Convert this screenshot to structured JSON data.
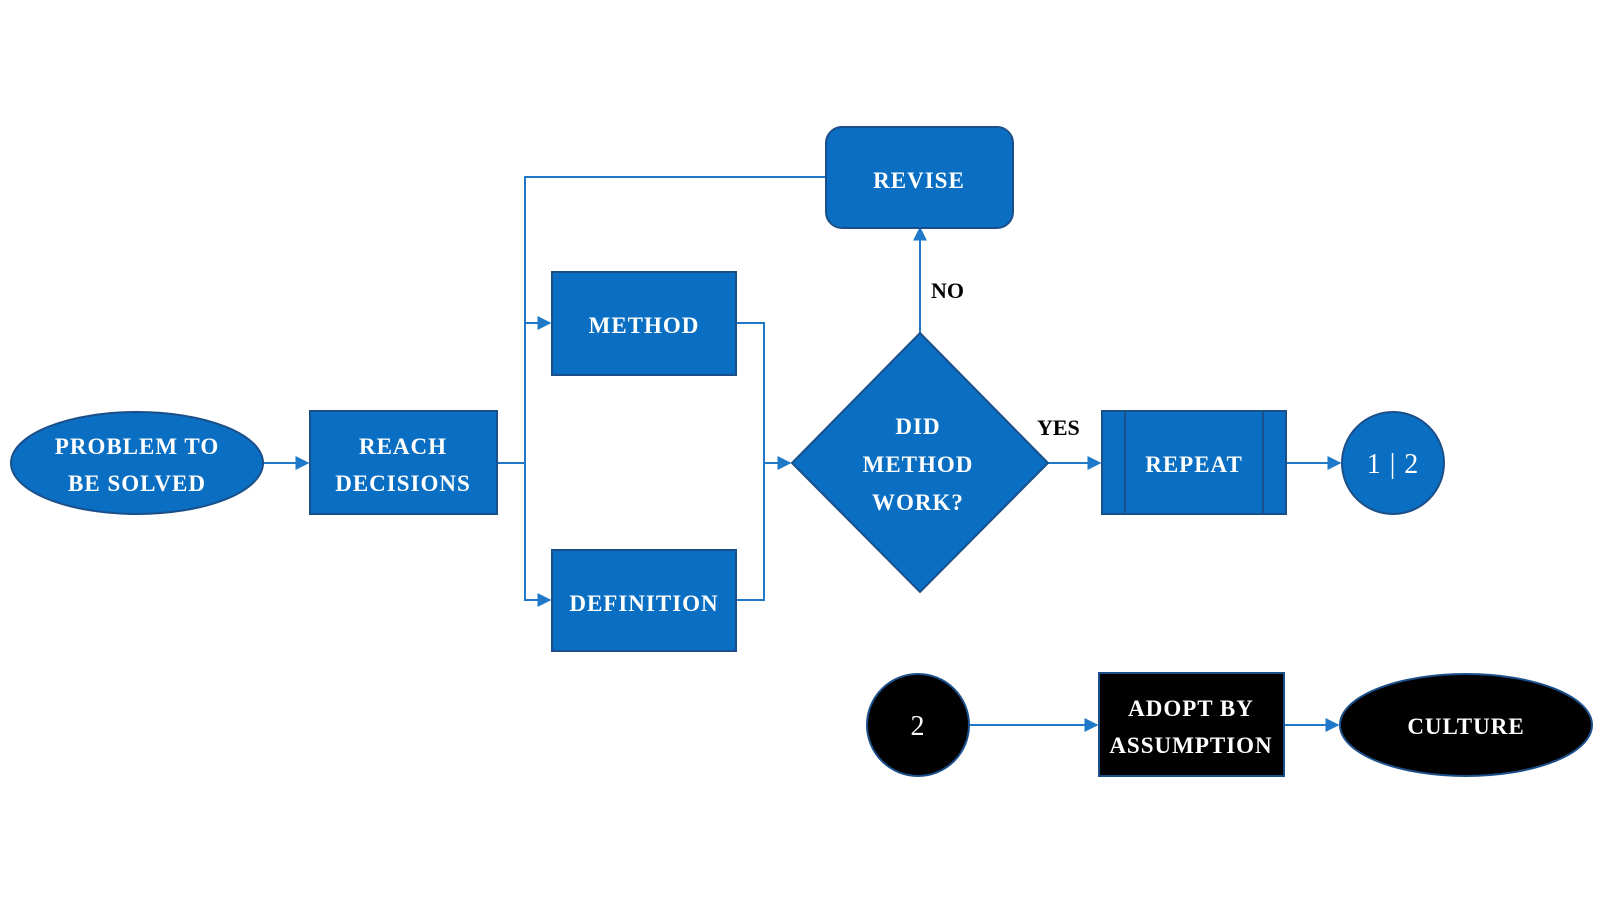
{
  "nodes": {
    "problem": {
      "line1": "PROBLEM TO",
      "line2": "BE SOLVED"
    },
    "reach": {
      "line1": "REACH",
      "line2": "DECISIONS"
    },
    "method": {
      "label": "METHOD"
    },
    "definition": {
      "label": "DEFINITION"
    },
    "decision": {
      "line1": "DID",
      "line2": "METHOD",
      "line3": "WORK?"
    },
    "revise": {
      "label": "REVISE"
    },
    "repeat": {
      "label": "REPEAT"
    },
    "connector_1_2": {
      "label": "1 | 2"
    },
    "connector_2": {
      "label": "2"
    },
    "adopt": {
      "line1": "ADOPT BY",
      "line2": "ASSUMPTION"
    },
    "culture": {
      "label": "CULTURE"
    }
  },
  "edge_labels": {
    "no": "NO",
    "yes": "YES"
  },
  "colors": {
    "primary": "#0a6fc2",
    "border": "#1b4f8a",
    "dark": "#000000",
    "line": "#1f78c8"
  }
}
